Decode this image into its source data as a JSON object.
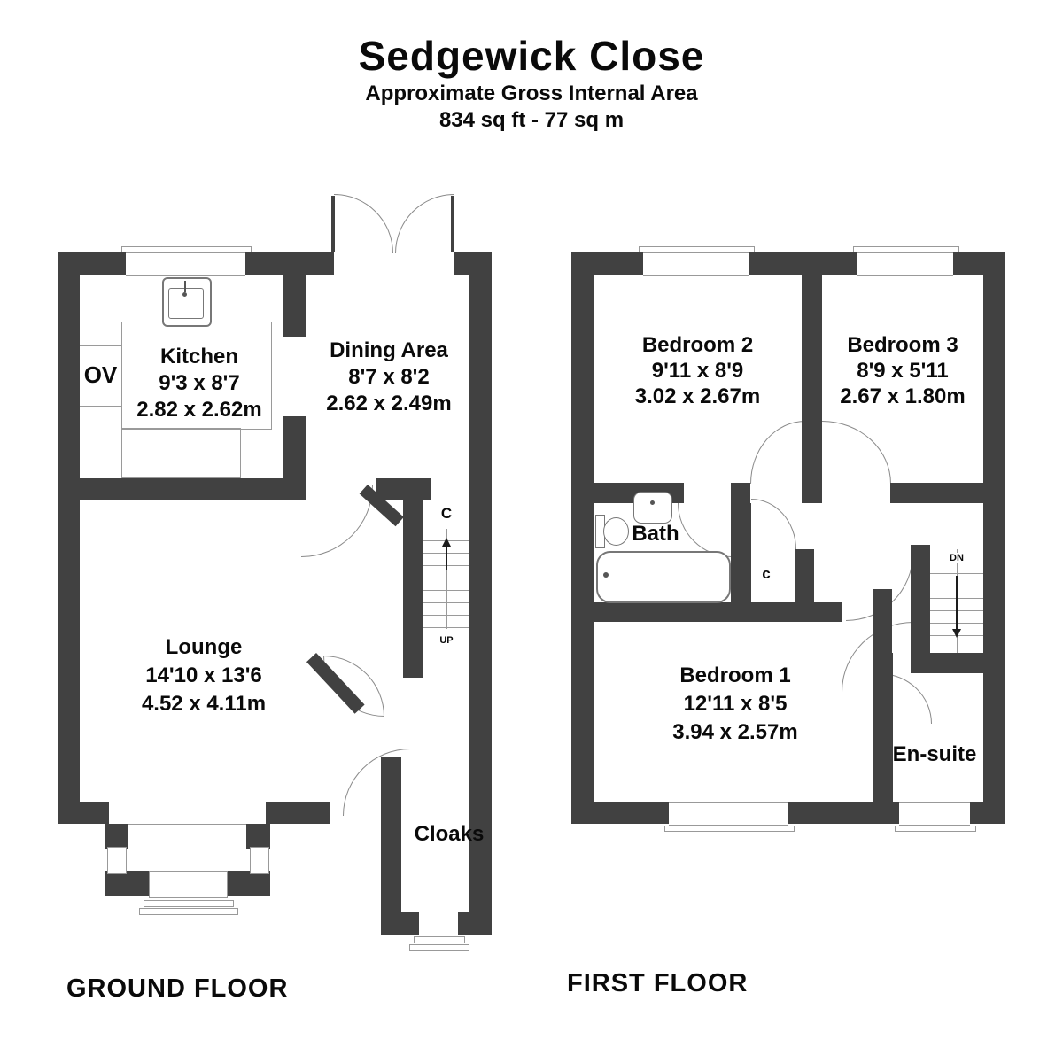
{
  "header": {
    "title": "Sedgewick Close",
    "subtitle": "Approximate Gross Internal Area",
    "area": "834 sq ft - 77 sq m"
  },
  "ground_floor": {
    "label": "GROUND FLOOR",
    "kitchen": {
      "name": "Kitchen",
      "imperial": "9'3 x 8'7",
      "metric": "2.82 x 2.62m"
    },
    "dining": {
      "name": "Dining Area",
      "imperial": "8'7 x 8'2",
      "metric": "2.62 x 2.49m"
    },
    "lounge": {
      "name": "Lounge",
      "imperial": "14'10 x 13'6",
      "metric": "4.52 x 4.11m"
    },
    "cloaks": {
      "name": "Cloaks"
    },
    "oven_label": "OV",
    "cupboard_label": "C",
    "stairs_label": "UP"
  },
  "first_floor": {
    "label": "FIRST FLOOR",
    "bedroom2": {
      "name": "Bedroom 2",
      "imperial": "9'11 x 8'9",
      "metric": "3.02 x 2.67m"
    },
    "bedroom3": {
      "name": "Bedroom 3",
      "imperial": "8'9 x 5'11",
      "metric": "2.67 x 1.80m"
    },
    "bedroom1": {
      "name": "Bedroom 1",
      "imperial": "12'11 x 8'5",
      "metric": "3.94 x 2.57m"
    },
    "bath": {
      "name": "Bath"
    },
    "ensuite": {
      "name": "En-suite"
    },
    "cupboard_label": "c",
    "stairs_label": "DN"
  },
  "colors": {
    "wall": "#414141",
    "line": "#999999",
    "text": "#0a0a0a"
  }
}
